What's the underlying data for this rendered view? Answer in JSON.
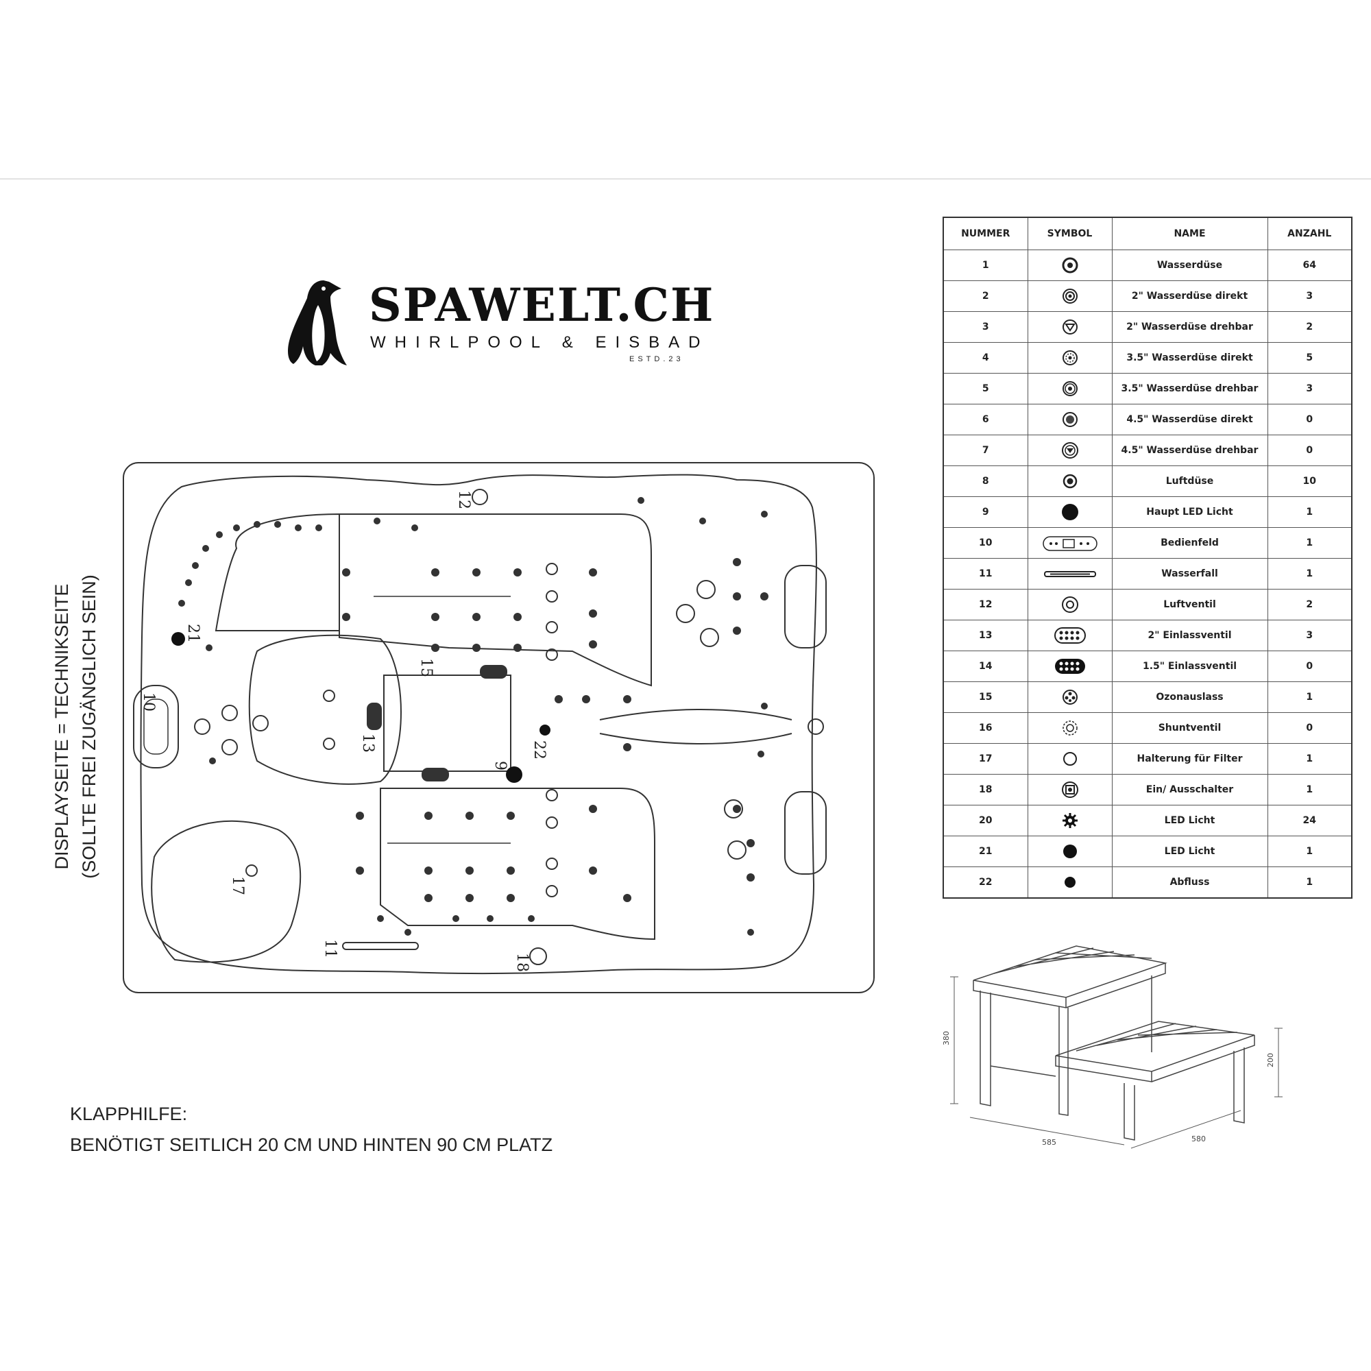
{
  "logo": {
    "brand": "SPAWELT.CH",
    "tagline": "WHIRLPOOL & EISBAD",
    "estd": "ESTD.23",
    "icon": "penguin-icon"
  },
  "side_label": {
    "line1": "DISPLAYSEITE = TECHNIKSEITE",
    "line2": "(SOLLTE FREI ZUGÄNGLICH SEIN)"
  },
  "note": {
    "title": "KLAPPHILFE:",
    "text": "BENÖTIGT SEITLICH 20 CM UND HINTEN 90 CM PLATZ"
  },
  "legend": {
    "headers": [
      "NUMMER",
      "SYMBOL",
      "NAME",
      "ANZAHL"
    ],
    "rows": [
      {
        "nummer": "1",
        "symbol": "water-jet-icon",
        "name": "Wasserdüse",
        "anzahl": "64"
      },
      {
        "nummer": "2",
        "symbol": "jet-2-direct-icon",
        "name": "2\" Wasserdüse direkt",
        "anzahl": "3"
      },
      {
        "nummer": "3",
        "symbol": "jet-2-rotating-icon",
        "name": "2\" Wasserdüse drehbar",
        "anzahl": "2"
      },
      {
        "nummer": "4",
        "symbol": "jet-35-direct-icon",
        "name": "3.5\" Wasserdüse direkt",
        "anzahl": "5"
      },
      {
        "nummer": "5",
        "symbol": "jet-35-rotating-icon",
        "name": "3.5\" Wasserdüse drehbar",
        "anzahl": "3"
      },
      {
        "nummer": "6",
        "symbol": "jet-45-direct-icon",
        "name": "4.5\" Wasserdüse direkt",
        "anzahl": "0"
      },
      {
        "nummer": "7",
        "symbol": "jet-45-rotating-icon",
        "name": "4.5\" Wasserdüse drehbar",
        "anzahl": "0"
      },
      {
        "nummer": "8",
        "symbol": "air-jet-icon",
        "name": "Luftdüse",
        "anzahl": "10"
      },
      {
        "nummer": "9",
        "symbol": "main-led-icon",
        "name": "Haupt LED Licht",
        "anzahl": "1"
      },
      {
        "nummer": "10",
        "symbol": "control-panel-icon",
        "name": "Bedienfeld",
        "anzahl": "1"
      },
      {
        "nummer": "11",
        "symbol": "waterfall-icon",
        "name": "Wasserfall",
        "anzahl": "1"
      },
      {
        "nummer": "12",
        "symbol": "air-valve-icon",
        "name": "Luftventil",
        "anzahl": "2"
      },
      {
        "nummer": "13",
        "symbol": "inlet-valve-2-icon",
        "name": "2\" Einlassventil",
        "anzahl": "3"
      },
      {
        "nummer": "14",
        "symbol": "inlet-valve-15-icon",
        "name": "1.5\" Einlassventil",
        "anzahl": "0"
      },
      {
        "nummer": "15",
        "symbol": "ozone-outlet-icon",
        "name": "Ozonauslass",
        "anzahl": "1"
      },
      {
        "nummer": "16",
        "symbol": "shunt-valve-icon",
        "name": "Shuntventil",
        "anzahl": "0"
      },
      {
        "nummer": "17",
        "symbol": "filter-holder-icon",
        "name": "Halterung für Filter",
        "anzahl": "1"
      },
      {
        "nummer": "18",
        "symbol": "power-switch-icon",
        "name": "Ein/ Ausschalter",
        "anzahl": "1"
      },
      {
        "nummer": "20",
        "symbol": "led-light-star-icon",
        "name": "LED Licht",
        "anzahl": "24"
      },
      {
        "nummer": "21",
        "symbol": "led-light-dot-icon",
        "name": "LED Licht",
        "anzahl": "1"
      },
      {
        "nummer": "22",
        "symbol": "drain-icon",
        "name": "Abfluss",
        "anzahl": "1"
      }
    ]
  },
  "diagram_labels": {
    "filter": "17",
    "control_panel": "10",
    "waterfall": "11",
    "air_valve": "12",
    "switch": "18",
    "main_light": "9",
    "drain": "22",
    "led": "21",
    "ozone": "15",
    "inlet": "13"
  },
  "stool": {
    "height_tall": "380",
    "height_low": "200",
    "width": "585",
    "depth": "580"
  }
}
